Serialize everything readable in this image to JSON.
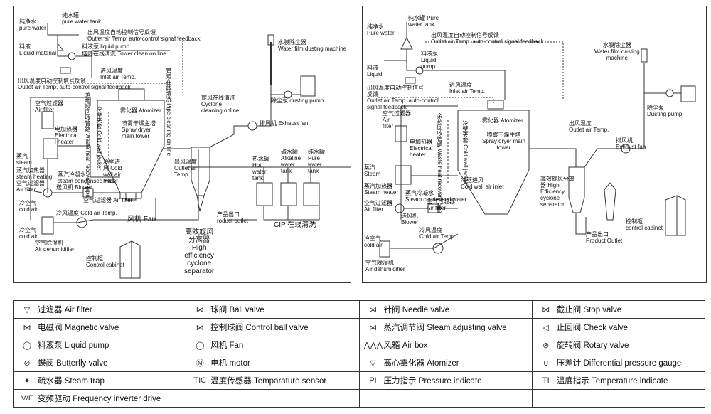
{
  "left": {
    "labels": {
      "pure_water_cn": "纯净水",
      "pure_water_en": "pure water",
      "pure_water_tank_cn": "纯水罐",
      "pure_water_tank_en": "pure water tank",
      "outlet_fb_cn": "出风温度自动控制信号反馈",
      "outlet_fb_en": "Outlet air Temp. auto-control signal feedback",
      "liquid_material_cn": "料液",
      "liquid_material_en": "Liquid material",
      "liquid_pump": "料液泵 liquid pump",
      "tower_clean": "塔内在线清洗 Tower clean on line",
      "inlet_temp_cn": "进风温度",
      "inlet_temp_en": "Inlet air Temp.",
      "outlet_fb2_cn": "出风温度自动控制信号反馈",
      "outlet_fb2_en": "Outlet air Temp. auto-control signal feedback",
      "water_film_cn": "水膜除尘器",
      "water_film_en": "Water film dusting machine",
      "dusting_pump": "除尘泵 dusting pump",
      "exhaust_fan": "排风机 Exhaust fan",
      "atomizer": "雾化器 Atomizer",
      "spray_tower": "喷雾干燥主塔\nSpray dryer\nmain tower",
      "air_filter_cn": "空气过滤器",
      "air_filter_en": "Air filter",
      "heater_cn": "电加热器",
      "heater_en": "Electrica\nl heater",
      "steam_cn": "蒸汽",
      "steam_en": "steam",
      "steam_heating": "蒸汽加热器\nsteam heating",
      "condensed": "蒸汽冷凝水\nsteam condensed water",
      "air_filter2": "空气过滤器\nAir filter",
      "blower": "送风机 Blower",
      "air_filter3": "空气过滤器 Air filter",
      "cold_air_cn": "冷空气",
      "cold_air_en": "cold air",
      "cold_air_temp": "冷风温度 Cold air Temp.",
      "cold_air2": "冷空气\ncold air",
      "dehumid": "空气除湿机\nAir dehumidifier",
      "fan": "风机 Fan",
      "cold_wall_inlet": "冷壁进\n风 Cold\nwall air\nInlet",
      "outlet_temp": "出风温度\nOutlet air\nTemp.",
      "cyclone_clean": "旋风在线清洗\nCyclone\ncleaning online",
      "hot_tank": "热水罐\nHot\nwater\ntank",
      "alkaline_tank": "碱水罐\nAlkaline\nwater\ntank",
      "pure_tank": "纯水罐\nPure\nwater\ntank",
      "product_outlet": "产品出口\nroduct outlet",
      "cip": "CIP 在线清洗",
      "cyclone_sep": "高效旋风\n分离器\nHigh\nefficiency\ncyclone\nseparator",
      "control_cabinet_cn": "控制柜",
      "control_cabinet_en": "Control cabinet",
      "waste_pipe": "落地顺回收管路 Waste heat recovery pipe",
      "cold_jacket": "冷壁夹套 Cold wall jacket",
      "pipe_clean": "管道在线清洗 Pipe cleaning on line"
    }
  },
  "right": {
    "labels": {
      "pure_water_cn": "纯净水",
      "pure_water_en": "Pure water",
      "pure_tank": "纯水罐 Pure\nwater tank",
      "outlet_fb_cn": "出风温度自动控制信号反馈",
      "outlet_fb_en": "Outlet air Temp. auto-control signal feedback",
      "liquid": "料液\nLiquid",
      "liquid_pump": "料液泵\nLiquid\npump",
      "outlet_fb2": "出风温度自动控制信号\n反馈\nOutlet air Temp. auto-control\nsignal feedback",
      "inlet_temp": "进风温度\nInlet air Temp.",
      "water_film": "水膜除尘器\nWater film dusting\nmachine",
      "dusting_pump": "除尘泵\nDusting pump",
      "air_filter": "空气过滤器\nAir\nfilter",
      "atomizer": "雾化器 Atomizer",
      "spray_tower": "喷雾干燥主塔\nSpray dryer main\ntower",
      "outlet_temp": "出风温度\nOutlet air Temp.",
      "exhaust_fan": "排风机\nExhaust fan",
      "heater": "电加热器\nElectrical\nheater",
      "steam": "蒸汽\nSteam",
      "steam_heater": "蒸汽加热器\nSteam heater",
      "cold_wall_inlet": "冷壁进风\nCold wall air inlet",
      "condensed": "蒸汽冷凝水\nSteam condensed water",
      "cyclone": "高效旋风分离\n器 High\nEfficiency\ncyclone\nseparator",
      "air_filter2": "空气过滤器\nAir filter",
      "blower": "送风机\nBlower",
      "air_filter3": "空气过滤器\nAir filter",
      "cold_air_temp": "冷风温度\nCold air Temp.",
      "product_outlet": "产品出口\nProduct Outlet",
      "control_cabinet": "控制柜\ncontrol cabinet",
      "cold_air": "冷空气\ncold air",
      "dehumid": "空气除湿机\nAir dehumidifier",
      "waste_pipe": "余热回收管路 Waste heat recovery pipe",
      "cold_jacket": "冷壁夹套 Cold wall jacket"
    }
  },
  "legend": [
    [
      {
        "icon": "air-filter-icon",
        "glyph": "▽",
        "text": "过滤器 Air filter"
      },
      {
        "icon": "ball-valve-icon",
        "glyph": "⋈",
        "text": "球阀 Ball valve"
      },
      {
        "icon": "needle-valve-icon",
        "glyph": "⋈",
        "text": "针阀 Needle valve"
      },
      {
        "icon": "stop-valve-icon",
        "glyph": "⋈",
        "text": "截止阀 Stop valve"
      }
    ],
    [
      {
        "icon": "magnetic-valve-icon",
        "glyph": "⋈",
        "text": "电磁阀 Magnetic valve"
      },
      {
        "icon": "control-ball-valve-icon",
        "glyph": "⋈",
        "text": "控制球阀 Control ball valve"
      },
      {
        "icon": "steam-adjusting-valve-icon",
        "glyph": "⋈",
        "text": "蒸汽调节阀 Steam adjusting valve"
      },
      {
        "icon": "check-valve-icon",
        "glyph": "◁",
        "text": "止回阀 Check valve"
      }
    ],
    [
      {
        "icon": "liquid-pump-icon",
        "glyph": "◯",
        "text": "料液泵 Liquid pump"
      },
      {
        "icon": "fan-icon",
        "glyph": "◯",
        "text": "风机 Fan"
      },
      {
        "icon": "air-box-icon",
        "glyph": "⋀⋀⋀",
        "text": "风箱 Air box"
      },
      {
        "icon": "rotary-valve-icon",
        "glyph": "⊗",
        "text": "旋转阀 Rotary valve"
      }
    ],
    [
      {
        "icon": "butterfly-valve-icon",
        "glyph": "⊘",
        "text": "蝶阀 Butterfly valve"
      },
      {
        "icon": "motor-icon",
        "glyph": "Ⓜ",
        "text": "电机 motor"
      },
      {
        "icon": "atomizer-icon",
        "glyph": "▽",
        "text": "离心雾化器 Atomizer"
      },
      {
        "icon": "pressure-gauge-icon",
        "glyph": "∪",
        "text": "压差计 Differential pressure gauge"
      }
    ],
    [
      {
        "icon": "steam-trap-icon",
        "glyph": "●",
        "text": "疏水器 Steam trap"
      },
      {
        "icon": "temperature-sensor-icon",
        "glyph": "TIC",
        "text": "温度传感器 Temparature sensor"
      },
      {
        "icon": "pressure-indicate-icon",
        "glyph": "PI",
        "text": "压力指示 Pressure indicate"
      },
      {
        "icon": "temperature-indicate-icon",
        "glyph": "TI",
        "text": "温度指示 Temperature indicate"
      }
    ],
    [
      {
        "icon": "frequency-inverter-icon",
        "glyph": "V/F",
        "text": "变频驱动 Frequency inverter drive"
      },
      {
        "icon": "",
        "glyph": "",
        "text": ""
      },
      {
        "icon": "",
        "glyph": "",
        "text": ""
      },
      {
        "icon": "",
        "glyph": "",
        "text": ""
      }
    ]
  ]
}
